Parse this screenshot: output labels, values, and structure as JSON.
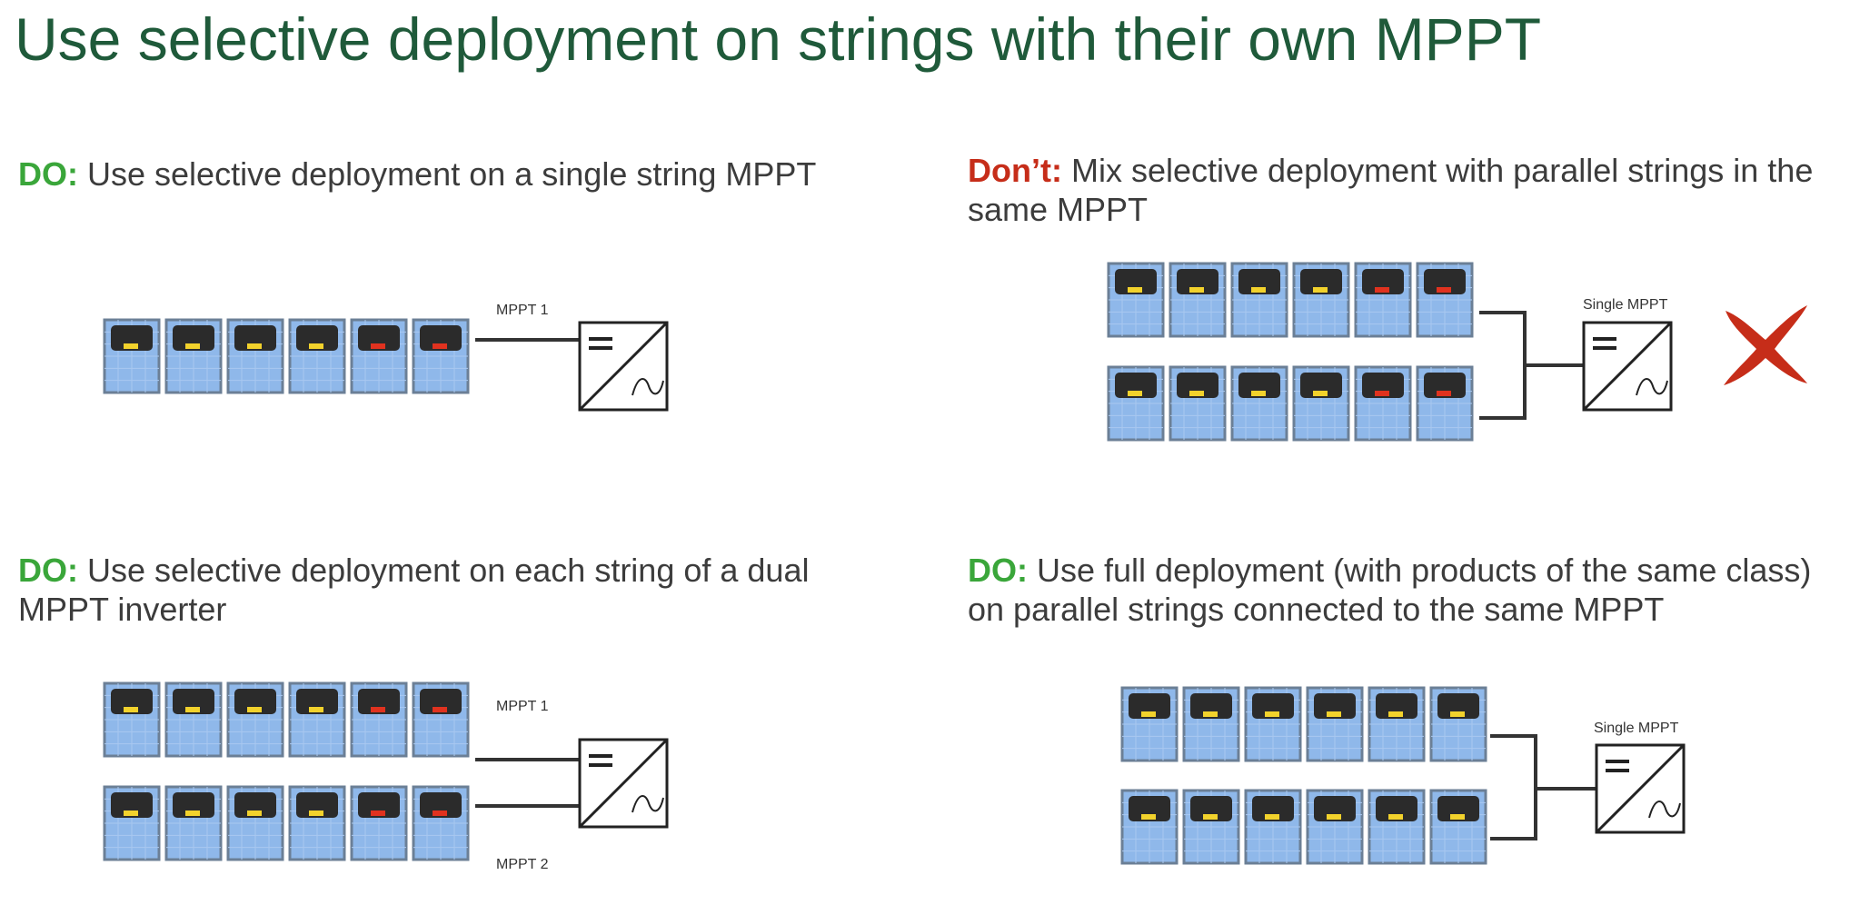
{
  "title": "Use selective deployment on strings with their own MPPT",
  "colors": {
    "title": "#1f5a3a",
    "do": "#3aa63a",
    "dont": "#c62d19",
    "panel_fill": "#8fb8ea",
    "panel_border": "#6b7f96",
    "optimizer": "#2b2b2b",
    "led_yellow": "#f2d22c",
    "led_red": "#e0321f",
    "wire": "#333333"
  },
  "icons": {
    "solar_panel": "solar-panel-icon",
    "inverter": "inverter-icon",
    "cross_mark": "x-mark-icon"
  },
  "quadrants": {
    "top_left": {
      "tag": "DO:",
      "text": " Use selective deployment on a single string MPPT",
      "label": "MPPT 1",
      "rows": [
        {
          "leds": [
            "yellow",
            "yellow",
            "yellow",
            "yellow",
            "red",
            "red"
          ]
        }
      ]
    },
    "top_right": {
      "tag": "Don’t:",
      "text": " Mix selective deployment with parallel strings in the same MPPT",
      "label": "Single MPPT",
      "rows": [
        {
          "leds": [
            "yellow",
            "yellow",
            "yellow",
            "yellow",
            "red",
            "red"
          ]
        },
        {
          "leds": [
            "yellow",
            "yellow",
            "yellow",
            "yellow",
            "red",
            "red"
          ]
        }
      ]
    },
    "bottom_left": {
      "tag": "DO:",
      "text": " Use selective deployment on each string of a dual MPPT inverter",
      "label_1": "MPPT 1",
      "label_2": "MPPT 2",
      "rows": [
        {
          "leds": [
            "yellow",
            "yellow",
            "yellow",
            "yellow",
            "red",
            "red"
          ]
        },
        {
          "leds": [
            "yellow",
            "yellow",
            "yellow",
            "yellow",
            "red",
            "red"
          ]
        }
      ]
    },
    "bottom_right": {
      "tag": "DO:",
      "text": " Use full deployment (with products of the same class) on parallel strings connected to the same MPPT",
      "label": "Single MPPT",
      "rows": [
        {
          "leds": [
            "yellow",
            "yellow",
            "yellow",
            "yellow",
            "yellow",
            "yellow"
          ]
        },
        {
          "leds": [
            "yellow",
            "yellow",
            "yellow",
            "yellow",
            "yellow",
            "yellow"
          ]
        }
      ]
    }
  }
}
